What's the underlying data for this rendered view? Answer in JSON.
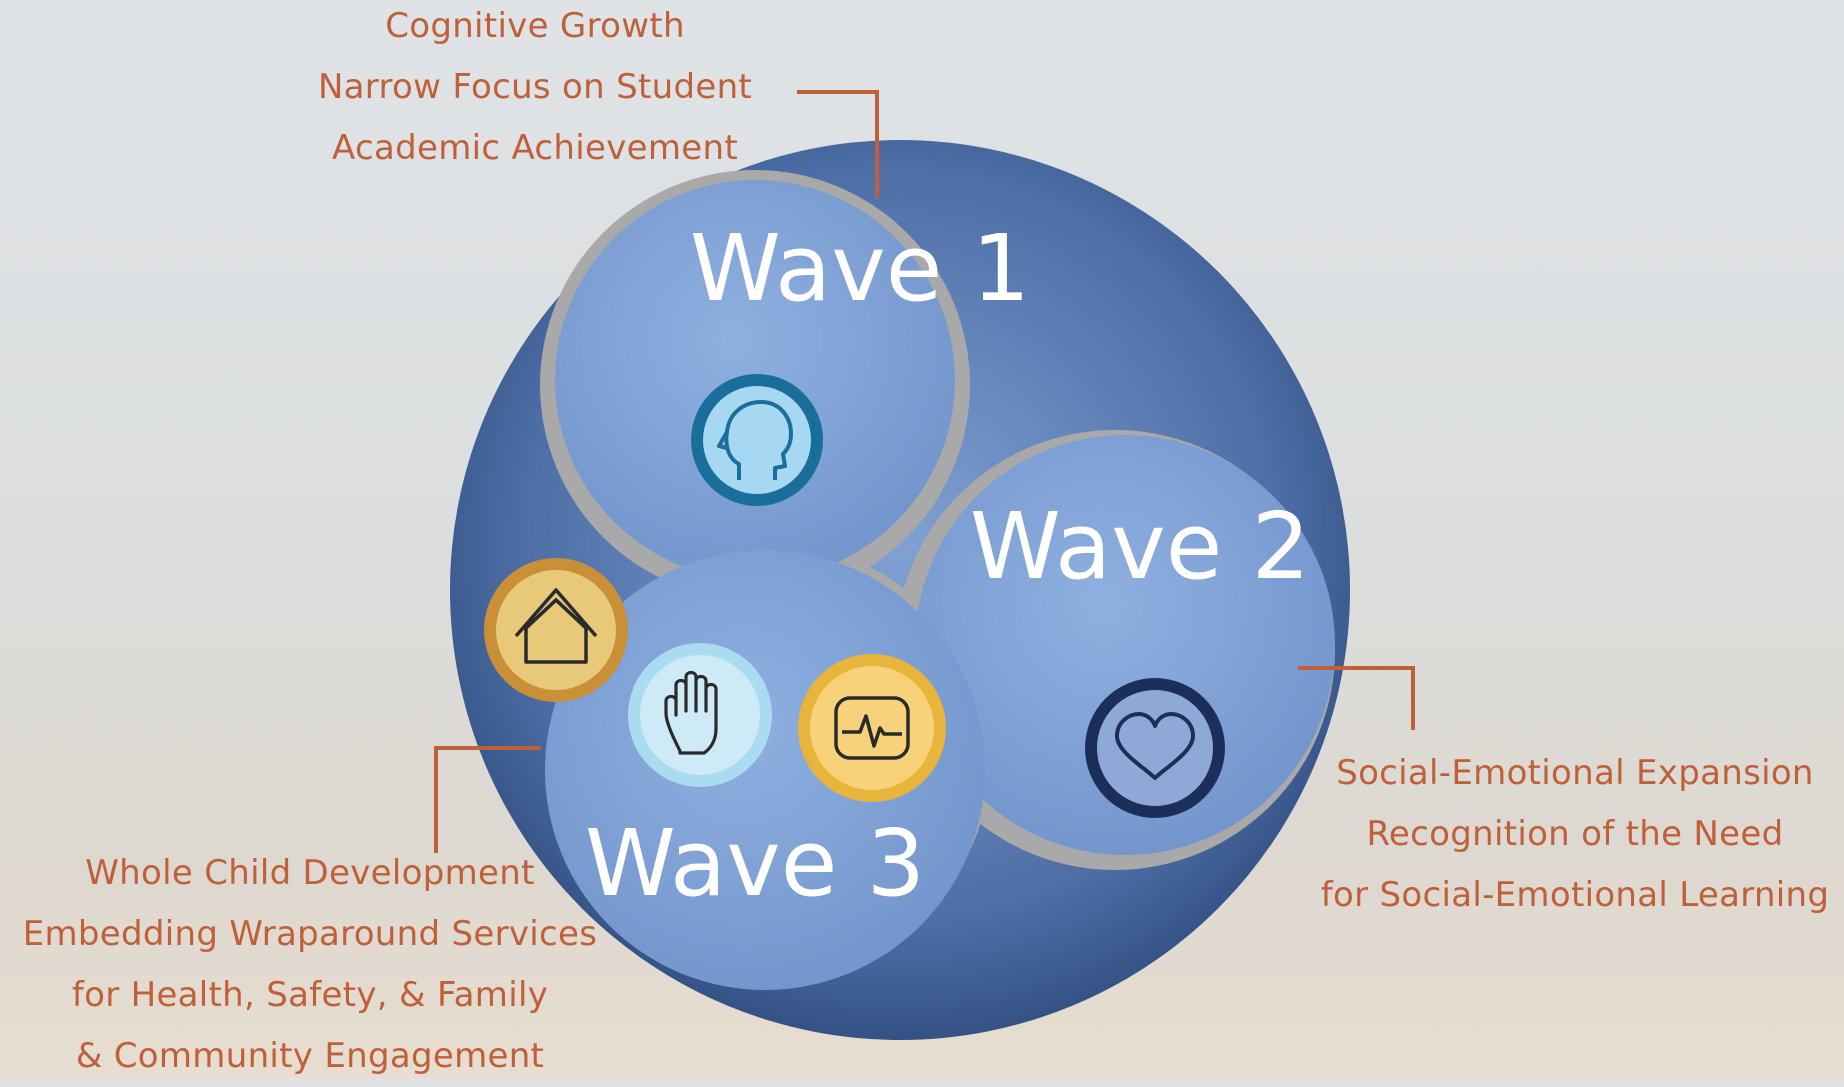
{
  "waves": [
    {
      "title": "Wave 1",
      "icon": "head-profile-icon",
      "description_lines": [
        "Cognitive Growth",
        "Narrow Focus on Student",
        "Academic Achievement"
      ]
    },
    {
      "title": "Wave 2",
      "icon": "heart-icon",
      "description_lines": [
        "Social-Emotional Expansion",
        "Recognition of the Need",
        "for Social-Emotional Learning"
      ]
    },
    {
      "title": "Wave 3",
      "icons": [
        "house-icon",
        "raised-hand-icon",
        "heart-monitor-icon"
      ],
      "description_lines": [
        "Whole Child Development",
        "Embedding Wraparound Services",
        "for Health, Safety, & Family",
        "& Community Engagement"
      ]
    }
  ],
  "colors": {
    "caption_text": "#c0603a",
    "connector": "#c0603a",
    "wave_fill": "#84a6d8",
    "wave_dark": "#2d4a7c",
    "gap_gray": "#9a9a9a",
    "icon_blue_ring": "#1a6e9c",
    "icon_navy_ring": "#1c2f5a",
    "icon_gold_ring": "#c99038",
    "icon_yellow_ring": "#e8b53c"
  }
}
